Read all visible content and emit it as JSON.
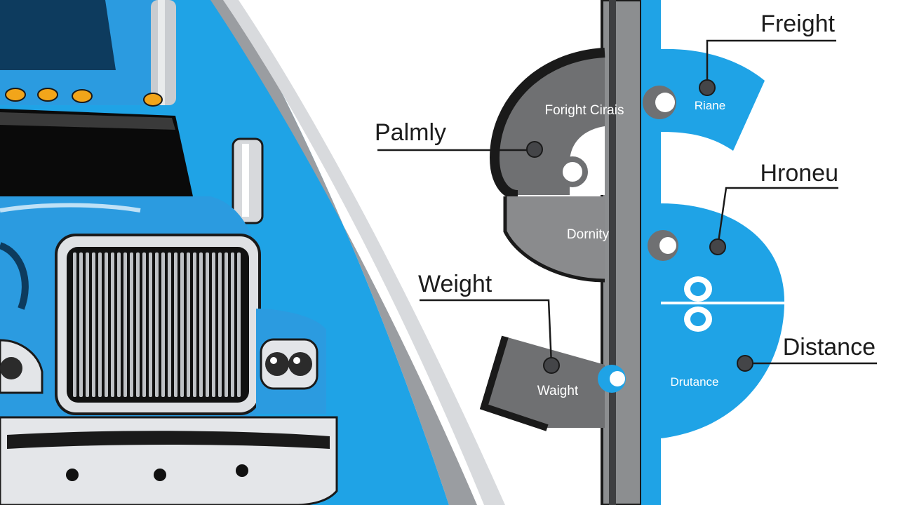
{
  "colors": {
    "accent_blue": "#1fa3e6",
    "truck_blue": "#2b9be0",
    "piece_gray": "#6f7072",
    "piece_gray_light": "#8a8b8d",
    "outline_dark": "#1a1a1a",
    "chrome": "#c9ccd0"
  },
  "truck": {
    "icon": "semi-truck-icon"
  },
  "dollar_puzzle": {
    "icon": "dollar-sign-puzzle-icon",
    "pieces": [
      {
        "label": "Foright Cirais",
        "color": "gray"
      },
      {
        "label": "Riane",
        "color": "blue"
      },
      {
        "label": "Dornity",
        "color": "gray"
      },
      {
        "label": "Waight",
        "color": "gray"
      },
      {
        "label": "Drutance",
        "color": "blue"
      }
    ]
  },
  "callouts": [
    {
      "label": "Freight"
    },
    {
      "label": "Palmly"
    },
    {
      "label": "Hroneu"
    },
    {
      "label": "Weight"
    },
    {
      "label": "Distance"
    }
  ]
}
